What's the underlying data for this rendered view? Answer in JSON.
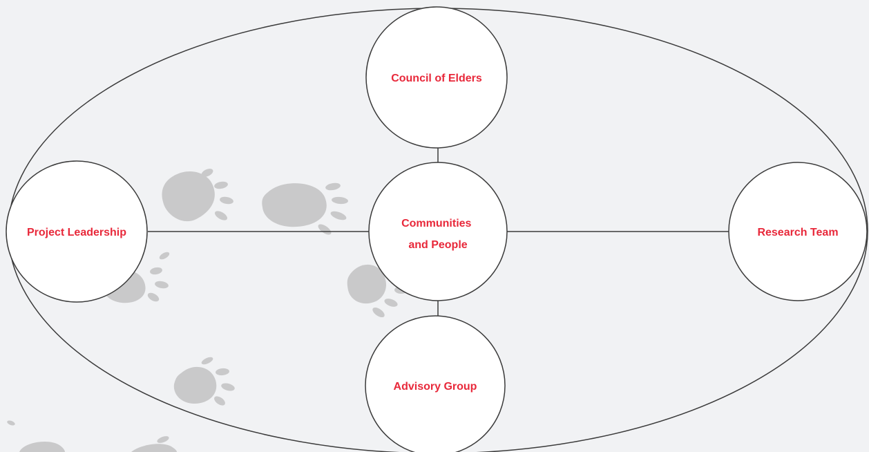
{
  "diagram": {
    "nodes": [
      {
        "id": "council",
        "label_lines": [
          "Council of Elders"
        ]
      },
      {
        "id": "center",
        "label_lines": [
          "Communities",
          "and People"
        ]
      },
      {
        "id": "leadership",
        "label_lines": [
          "Project Leadership"
        ]
      },
      {
        "id": "research",
        "label_lines": [
          "Research Team"
        ]
      },
      {
        "id": "advisory",
        "label_lines": [
          "Advisory Group"
        ]
      }
    ],
    "edges": [
      {
        "from": "council",
        "to": "center"
      },
      {
        "from": "center",
        "to": "advisory"
      },
      {
        "from": "leadership",
        "to": "center"
      },
      {
        "from": "center",
        "to": "research"
      }
    ],
    "colors": {
      "label": "#e8283a",
      "outline": "#3a3a3a",
      "background": "#f1f2f4",
      "pawprints": "#c9c9ca"
    }
  }
}
